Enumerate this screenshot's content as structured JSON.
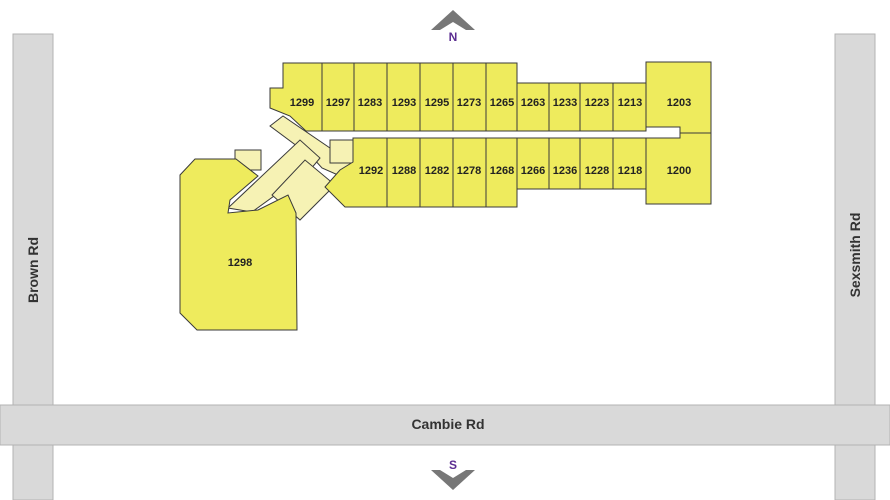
{
  "roads": {
    "west": "Brown Rd",
    "east": "Sexsmith Rd",
    "south": "Cambie Rd"
  },
  "compass": {
    "north": "N",
    "south": "S"
  },
  "colors": {
    "unit_fill": "#eeeb5d",
    "corridor_fill": "#f6f2b4",
    "road_fill": "#d9d9d9",
    "compass_letter": "#5b2d91"
  },
  "units": {
    "north_row": [
      "1299",
      "1297",
      "1283",
      "1293",
      "1295",
      "1273",
      "1265",
      "1263",
      "1233",
      "1223",
      "1213",
      "1203"
    ],
    "south_row": [
      "1292",
      "1288",
      "1282",
      "1278",
      "1268",
      "1266",
      "1236",
      "1228",
      "1218",
      "1200"
    ],
    "anchor": "1298"
  }
}
